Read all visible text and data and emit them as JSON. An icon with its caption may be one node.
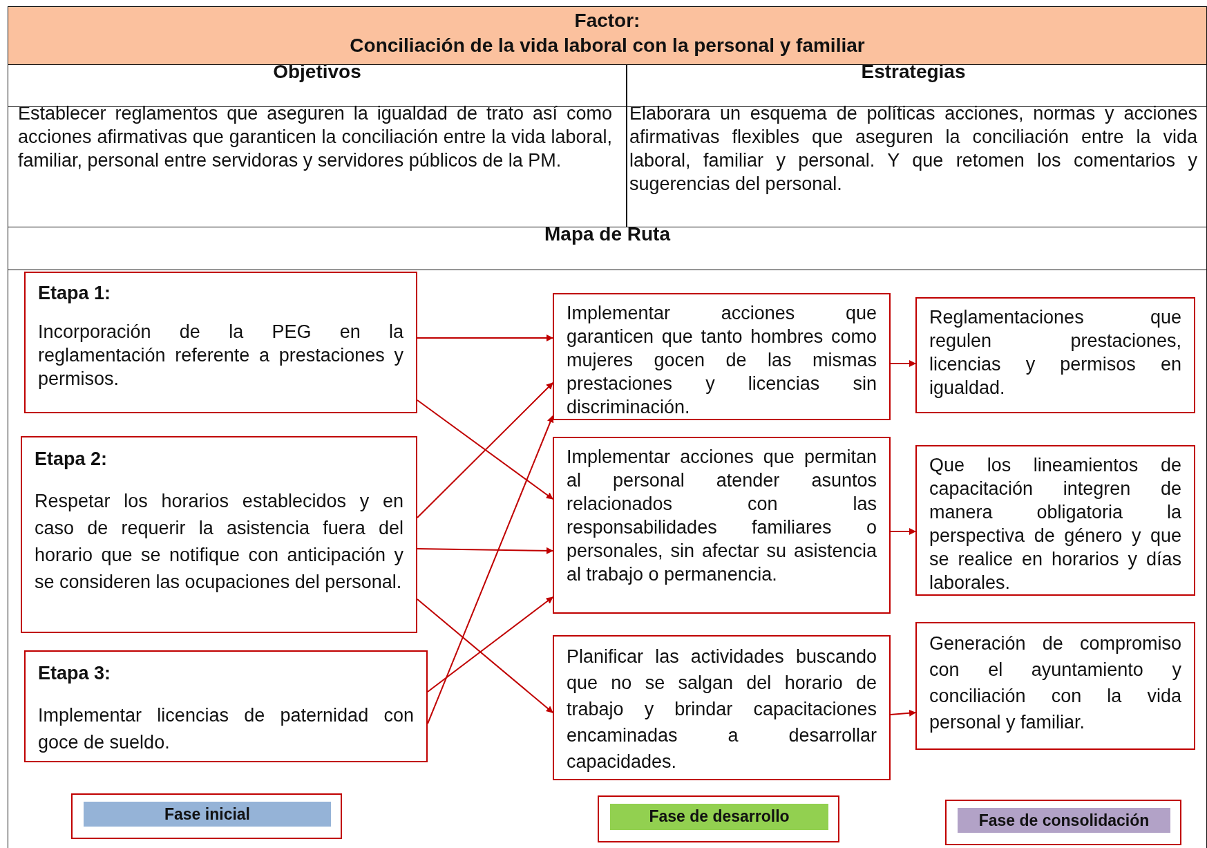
{
  "diagram": {
    "nodes": [
      {
        "text": [
          "Etapa 1:",
          "Incorporación de la PEG en la reglamentación referente a prestaciones y permisos."
        ]
      },
      {
        "text": [
          "Etapa 2:",
          "Respetar los horarios establecidos y en caso de requerir la asistencia fuera del horario que se notifique con anticipación y se consideren las ocupaciones del personal."
        ]
      },
      {
        "text": [
          "Etapa 3:",
          "Implementar licencias de paternidad con goce de sueldo."
        ]
      },
      {
        "text": [
          "Implementar acciones que garanticen que tanto hombres como mujeres gocen de las mismas prestaciones y licencias sin discriminación."
        ]
      },
      {
        "text": [
          "Implementar acciones que permitan al personal atender asuntos relacionados con las responsabilidades familiares o personales, sin afectar su asistencia al trabajo o permanencia."
        ]
      },
      {
        "text": [
          "Planificar las actividades buscando que no se salgan del horario de trabajo y brindar capacitaciones encaminadas a desarrollar capacidades."
        ]
      },
      {
        "text": [
          "Reglamentaciones que regulen prestaciones, licencias y permisos en igualdad."
        ]
      },
      {
        "text": [
          "Que los lineamientos de capacitación integren de manera obligatoria la perspectiva de género y que se realice en horarios y días laborales."
        ]
      },
      {
        "text": [
          "Generación de compromiso con el ayuntamiento y conciliación con la vida personal y familiar."
        ]
      },
      {
        "text": [
          "Fase inicial"
        ]
      },
      {
        "text": [
          "Fase de desarrollo"
        ]
      },
      {
        "text": [
          "Fase de consolidación"
        ]
      }
    ],
    "edges": [
      {
        "from": 0,
        "to": 3,
        "arrow": "to"
      },
      {
        "from": 0,
        "to": 4,
        "arrow": "to"
      },
      {
        "from": 1,
        "to": 3,
        "arrow": "to"
      },
      {
        "from": 1,
        "to": 4,
        "arrow": "to"
      },
      {
        "from": 1,
        "to": 5,
        "arrow": "to"
      },
      {
        "from": 2,
        "to": 4,
        "arrow": "to"
      },
      {
        "from": 2,
        "to": 3,
        "arrow": "to"
      },
      {
        "from": 3,
        "to": 6,
        "arrow": "to"
      },
      {
        "from": 4,
        "to": 7,
        "arrow": "to"
      },
      {
        "from": 5,
        "to": 8,
        "arrow": "to"
      }
    ],
    "labels": [
      "Factor:",
      "Conciliación de la vida laboral con la personal y familiar",
      "Objetivos",
      "Estrategias",
      "Establecer reglamentos que aseguren la igualdad de trato así como acciones afirmativas que garanticen la conciliación entre la vida laboral, familiar, personal entre servidoras y servidores públicos de la PM.",
      "Elaborara un esquema de políticas acciones, normas y acciones afirmativas flexibles que aseguren la conciliación entre la vida laboral, familiar y personal. Y que retomen los comentarios y sugerencias del personal.",
      "Mapa de Ruta"
    ]
  }
}
